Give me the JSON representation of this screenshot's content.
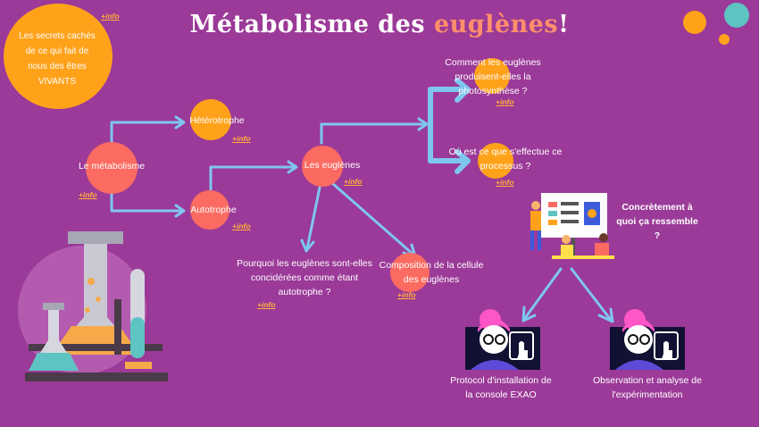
{
  "title": {
    "part1": "Métabolisme des ",
    "accent": "euglènes",
    "part3": "!"
  },
  "corner_note": "Les secrets cachés de ce qui fait de nous des êtres VIVANTS",
  "info_label": "+info",
  "nodes": {
    "metabolism": "Le métabolisme",
    "heterotroph": "Hétérotrophe",
    "autotroph": "Autotrophe",
    "euglenes": "Les euglènes",
    "photosynthesis_question": "Comment les euglènes produisent-elles la photosynthèse ?",
    "process_question": "Où est ce que s'effectue ce processus ?",
    "why_autotroph": "Pourquoi les euglènes sont-elles concidérées comme étant autotrophe ?",
    "composition": "Composition de la cellule des euglènes",
    "concretely": "Concrètement à quoi ça ressemble ?",
    "protocol": "Protocol d'installation de la console EXAO",
    "observation": "Observation et analyse de l'expérimentation"
  },
  "colors": {
    "background": "#9b3a98",
    "circle_coral": "#fb6b61",
    "circle_orange": "#ffa21a",
    "arrow_blue": "#7fc6ef",
    "info_orange": "#ffb039",
    "title_accent": "#ff8f6b"
  },
  "icons": [
    "lab-flasks-illustration",
    "presentation-board-illustration",
    "video-call-person-icon"
  ]
}
